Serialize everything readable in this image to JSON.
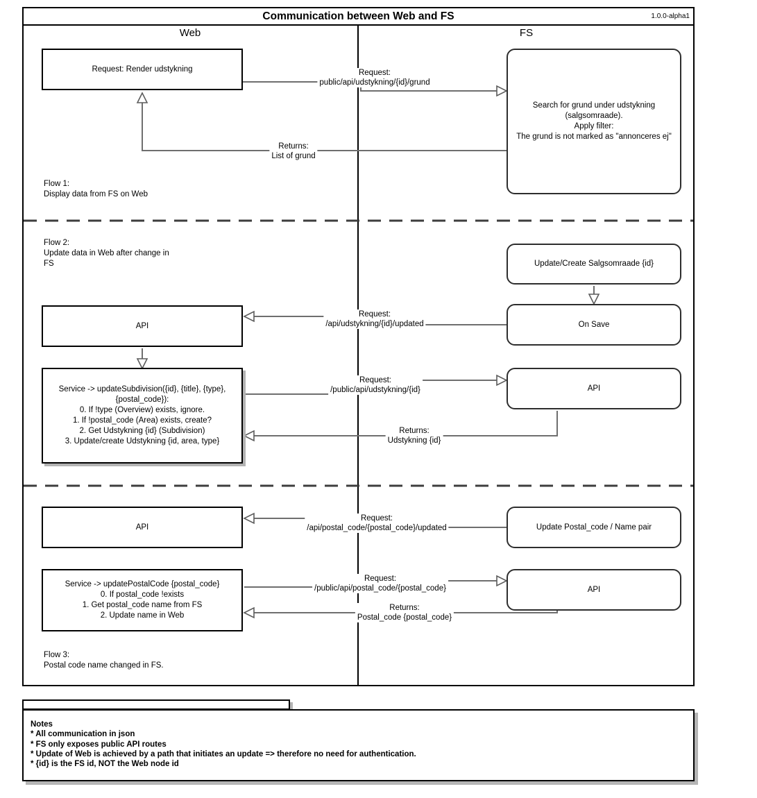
{
  "header": {
    "title": "Communication between Web and FS",
    "version": "1.0.0-alpha1",
    "web_label": "Web",
    "fs_label": "FS"
  },
  "flow_notes": [
    {
      "text": "Flow 1:\nDisplay data from FS on Web"
    },
    {
      "text": "Flow 2:\nUpdate data in Web after change in\nFS"
    },
    {
      "text": "Flow 3:\nPostal code name changed in FS."
    }
  ],
  "nodes": {
    "render_request": "Request: Render udstykning",
    "search_grund": "Search for grund under udstykning\n(salgsomraade).\nApply filter:\nThe grund is not marked as \"annonceres ej\"",
    "web_api_flow2": "API",
    "update_salgsomraade": "Update/Create Salgsomraade {id}",
    "on_save": "On Save",
    "service_update_subdivision": "Service -> updateSubdivision({id}, {title}, {type},\n{postal_code}):\n0. If !type (Overview) exists, ignore.\n1. If !postal_code (Area) exists, create?\n2. Get Udstykning {id} (Subdivision)\n3. Update/create Udstykning {id, area, type}",
    "fs_api_flow2": "API",
    "web_api_flow3": "API",
    "update_postal_pair": "Update Postal_code / Name pair",
    "service_update_postal": "Service -> updatePostalCode {postal_code}\n0. If postal_code !exists\n1. Get postal_code name from FS\n2. Update name in Web",
    "fs_api_flow3": "API"
  },
  "edge_labels": {
    "flow1_request": "Request:\npublic/api/udstykning/{id}/grund",
    "flow1_returns": "Returns:\nList of grund",
    "flow2_updated": "Request:\n/api/udstykning/{id}/updated",
    "flow2_request": "Request:\n/public/api/udstykning/{id}",
    "flow2_returns": "Returns:\nUdstykning {id}",
    "flow3_updated": "Request:\n/api/postal_code/{postal_code}/updated",
    "flow3_request": "Request:\n/public/api/postal_code/{postal_code}",
    "flow3_returns": "Returns:\nPostal_code {postal_code}"
  },
  "notes": {
    "text": "Notes\n* All communication in json\n* FS only exposes public API routes\n* Update of Web is achieved by a path that initiates an update => therefore no need for authentication.\n* {id} is the FS id, NOT the Web node id"
  }
}
